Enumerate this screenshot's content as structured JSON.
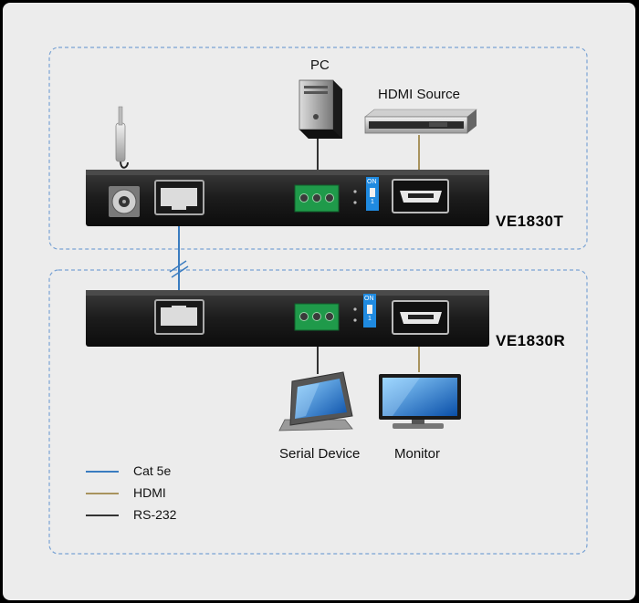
{
  "labels": {
    "pc": "PC",
    "hdmi_source": "HDMI Source",
    "serial_device": "Serial Device",
    "monitor": "Monitor"
  },
  "devices": {
    "transmitter": "VE1830T",
    "receiver": "VE1830R"
  },
  "switch": {
    "on": "ON",
    "one": "1"
  },
  "legend": [
    {
      "label": "Cat 5e",
      "color": "#3a7cc0"
    },
    {
      "label": "HDMI",
      "color": "#a8935e"
    },
    {
      "label": "RS-232",
      "color": "#333333"
    }
  ]
}
